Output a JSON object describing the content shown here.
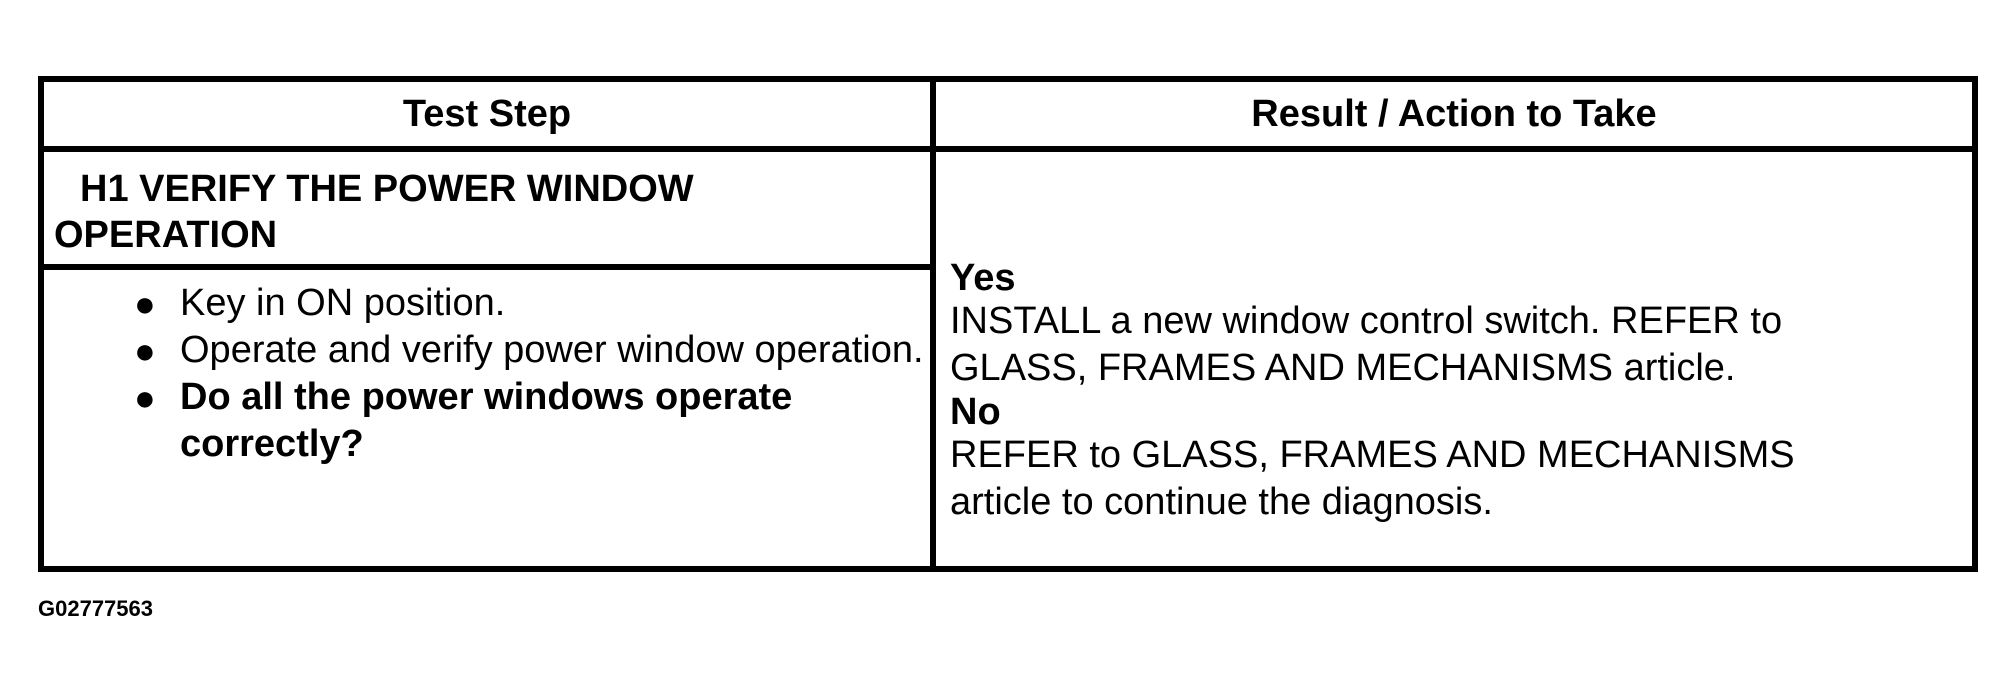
{
  "table": {
    "headers": {
      "test_step": "Test Step",
      "result_action": "Result / Action to Take"
    },
    "step": {
      "title_line1": "H1 VERIFY THE POWER WINDOW",
      "title_line2": "OPERATION",
      "items": [
        {
          "text": "Key in ON position.",
          "bold": false
        },
        {
          "text": "Operate and verify power window operation.",
          "bold": false
        },
        {
          "text": "Do all the power windows operate correctly?",
          "bold": true
        }
      ]
    },
    "results": [
      {
        "label": "Yes",
        "line1": "INSTALL a new window control switch. REFER to",
        "line2": "GLASS, FRAMES AND MECHANISMS article."
      },
      {
        "label": "No",
        "line1": "REFER to GLASS, FRAMES AND MECHANISMS",
        "line2": "article to continue the diagnosis."
      }
    ]
  },
  "figure_id": "G02777563"
}
